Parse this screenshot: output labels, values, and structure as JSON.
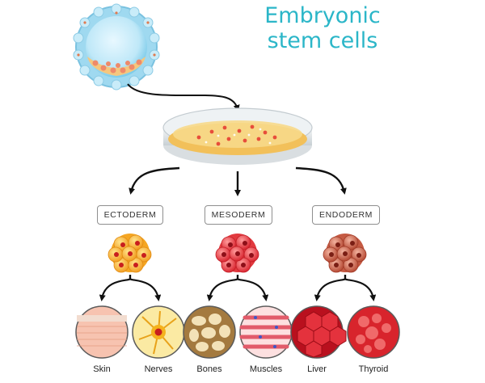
{
  "title": {
    "line1": "Embryonic",
    "line2": "stem cells"
  },
  "germ_layers": [
    {
      "label": "ECTODERM",
      "color": "#f6b43a",
      "tissues": [
        {
          "label": "Skin",
          "icon": "skin-tissue-icon"
        },
        {
          "label": "Nerves",
          "icon": "nerve-cell-icon"
        }
      ]
    },
    {
      "label": "MESODERM",
      "color": "#e8393f",
      "tissues": [
        {
          "label": "Bones",
          "icon": "bone-tissue-icon"
        },
        {
          "label": "Muscles",
          "icon": "muscle-tissue-icon"
        }
      ]
    },
    {
      "label": "ENDODERM",
      "color": "#c8553f",
      "tissues": [
        {
          "label": "Liver",
          "icon": "liver-tissue-icon"
        },
        {
          "label": "Thyroid",
          "icon": "thyroid-tissue-icon"
        }
      ]
    }
  ],
  "colors": {
    "title": "#2bb6c8",
    "arrow": "#111111",
    "blastocyst": "#8fd3ee"
  }
}
